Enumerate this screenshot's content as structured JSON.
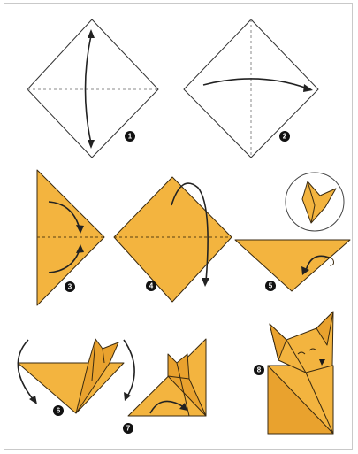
{
  "steps": [
    {
      "number": "1"
    },
    {
      "number": "2"
    },
    {
      "number": "3"
    },
    {
      "number": "4"
    },
    {
      "number": "5"
    },
    {
      "number": "6"
    },
    {
      "number": "7"
    },
    {
      "number": "8"
    }
  ],
  "colors": {
    "paper": "#f3b43f",
    "paper_shade": "#e9a22e",
    "outline": "#3a2a10",
    "badge": "#111111",
    "arrow": "#222222"
  }
}
